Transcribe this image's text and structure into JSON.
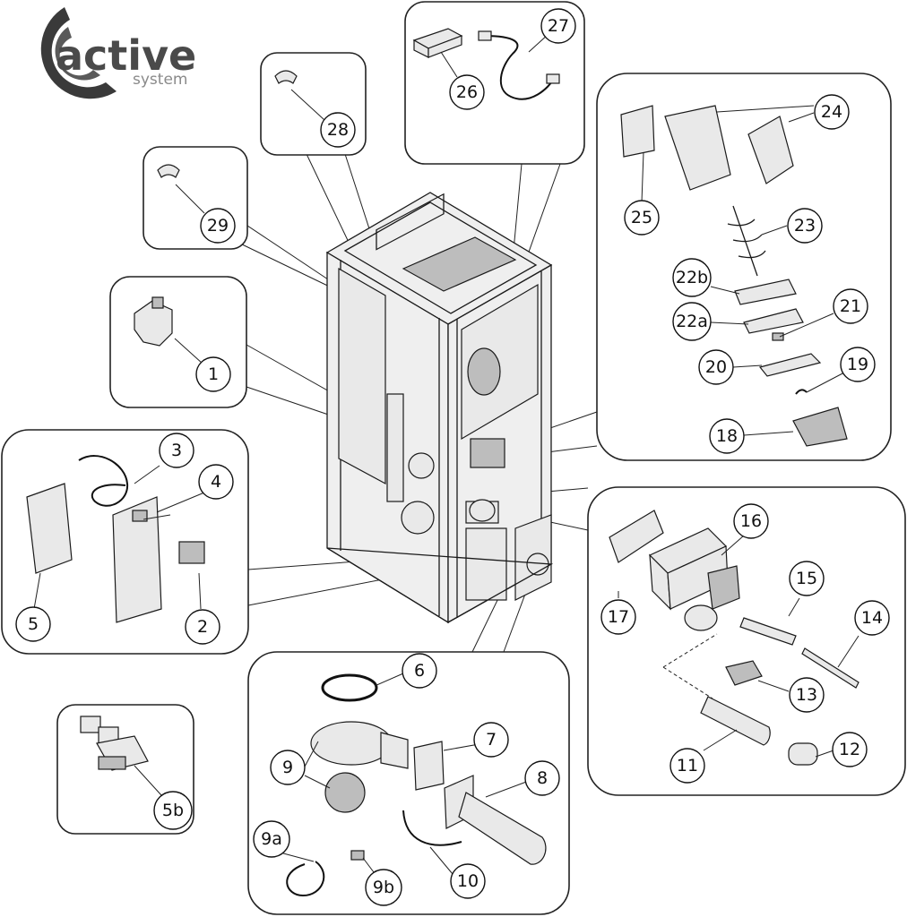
{
  "logo": {
    "main": "active",
    "sub": "system"
  },
  "labels": {
    "l1": "1",
    "l2": "2",
    "l3": "3",
    "l4": "4",
    "l5": "5",
    "l5b": "5b",
    "l6": "6",
    "l7": "7",
    "l8": "8",
    "l9": "9",
    "l9a": "9a",
    "l9b": "9b",
    "l10": "10",
    "l11": "11",
    "l12": "12",
    "l13": "13",
    "l14": "14",
    "l15": "15",
    "l16": "16",
    "l17": "17",
    "l18": "18",
    "l19": "19",
    "l20": "20",
    "l21": "21",
    "l22a": "22a",
    "l22b": "22b",
    "l23": "23",
    "l24": "24",
    "l25": "25",
    "l26": "26",
    "l27": "27",
    "l28": "28",
    "l29": "29"
  }
}
